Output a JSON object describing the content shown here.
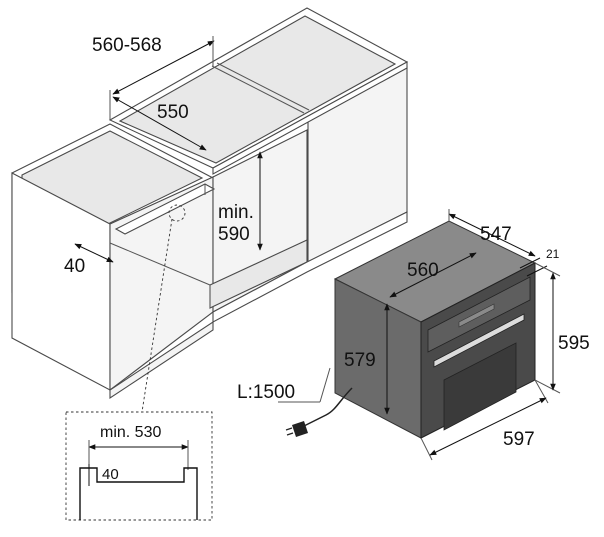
{
  "dimensions": {
    "cabinet_width": "560-568",
    "cabinet_depth": "550",
    "cabinet_height": "min.\n590",
    "cabinet_height_line1": "min.",
    "cabinet_height_line2": "590",
    "cabinet_edge": "40",
    "oven_depth_top": "547",
    "oven_depth_inner": "560",
    "oven_front_thickness": "21",
    "oven_body_height": "579",
    "oven_height": "595",
    "oven_width": "597",
    "cable_length": "L:1500",
    "detail_width": "min. 530",
    "detail_offset": "40"
  },
  "colors": {
    "oven_body": "#6b6b6b",
    "oven_front": "#4a4a4a",
    "line": "#4a4a4a"
  }
}
